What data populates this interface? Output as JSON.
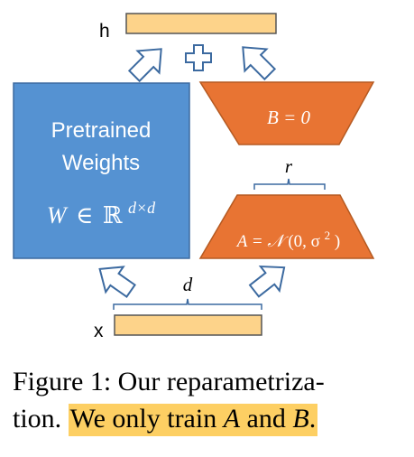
{
  "colors": {
    "blue_block": "#5592d2",
    "blue_border": "#3c6aa0",
    "orange_block": "#e87433",
    "orange_border": "#b55a22",
    "vector_fill": "#fdd38a",
    "vector_border": "#555555",
    "arrow_stroke": "#3c6aa0",
    "highlight": "#fdcf63"
  },
  "output": {
    "label": "h"
  },
  "input": {
    "label": "x"
  },
  "pretrained": {
    "line1": "Pretrained",
    "line2": "Weights",
    "formula_var": "W",
    "formula_in": "∈",
    "formula_set": "ℝ",
    "formula_exp": "d×d"
  },
  "matrix_b": {
    "formula": "B = 0"
  },
  "matrix_a": {
    "formula_prefix": "A = ",
    "formula_dist": "𝒩",
    "formula_args": "(0, σ",
    "formula_sup": "2",
    "formula_close": ")"
  },
  "dims": {
    "rank": "r",
    "input_dim": "d"
  },
  "operator": {
    "symbol": "plus-icon"
  },
  "caption": {
    "figure_label": "Figure 1:",
    "text_part1": "Our reparametriza-",
    "text_part2": "tion.",
    "highlight_pre": "We only train",
    "highlight_a": "A",
    "highlight_and": "and",
    "highlight_b": "B",
    "highlight_end": "."
  }
}
